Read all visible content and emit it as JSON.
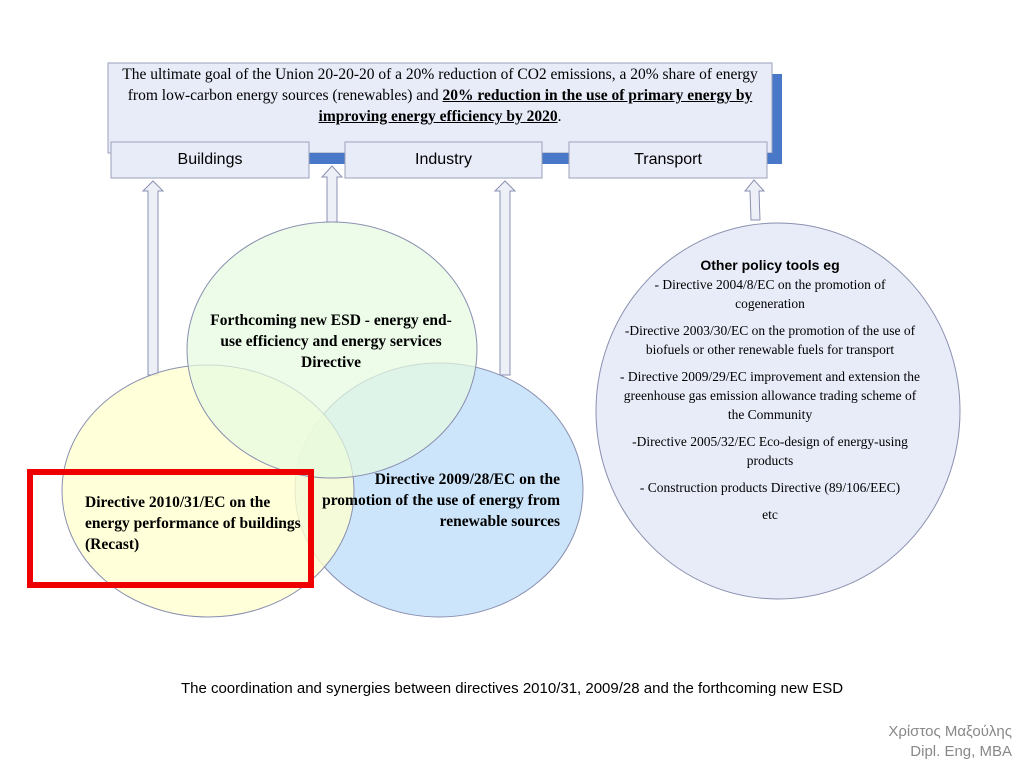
{
  "goal": {
    "text_plain": "The ultimate goal of the Union 20-20-20  of a 20% reduction of CO2 emissions, a 20% share of energy from low-carbon energy sources (renewables) and ",
    "text_emphasis": "20% reduction in the use of primary energy by improving energy efficiency by 2020",
    "text_end": "."
  },
  "sectors": {
    "buildings": "Buildings",
    "industry": "Industry",
    "transport": "Transport"
  },
  "circles": {
    "esd": "Forthcoming new ESD - energy end-use efficiency and energy services Directive",
    "epbd": "Directive 2010/31/EC on the energy performance of buildings (Recast)",
    "res": "Directive 2009/28/EC on the promotion of the use of energy from renewable sources"
  },
  "other_tools": {
    "title": "Other policy tools eg",
    "items": [
      "- Directive 2004/8/EC  on the promotion of cogeneration",
      "-Directive 2003/30/EC on the promotion of the use of biofuels or other renewable fuels for transport",
      "- Directive 2009/29/EC improvement and extension the greenhouse gas emission allowance trading scheme of the Community",
      "-Directive 2005/32/EC Eco-design of energy-using products",
      "- Construction products Directive (89/106/EEC)",
      "etc"
    ]
  },
  "caption": "The coordination and synergies between directives 2010/31, 2009/28 and the forthcoming new ESD",
  "author": {
    "name": "Χρίστος Μαξούλης",
    "title": "Dipl. Eng, MBA"
  },
  "colors": {
    "goal_box": "#e8ecf8",
    "shadow": "#4a78c8",
    "esd_circle": "#e6fbe0",
    "epbd_circle": "#ffffd0",
    "res_circle": "#c8e2fa",
    "other_circle": "#e8ecf8",
    "highlight": "#ee0000"
  }
}
